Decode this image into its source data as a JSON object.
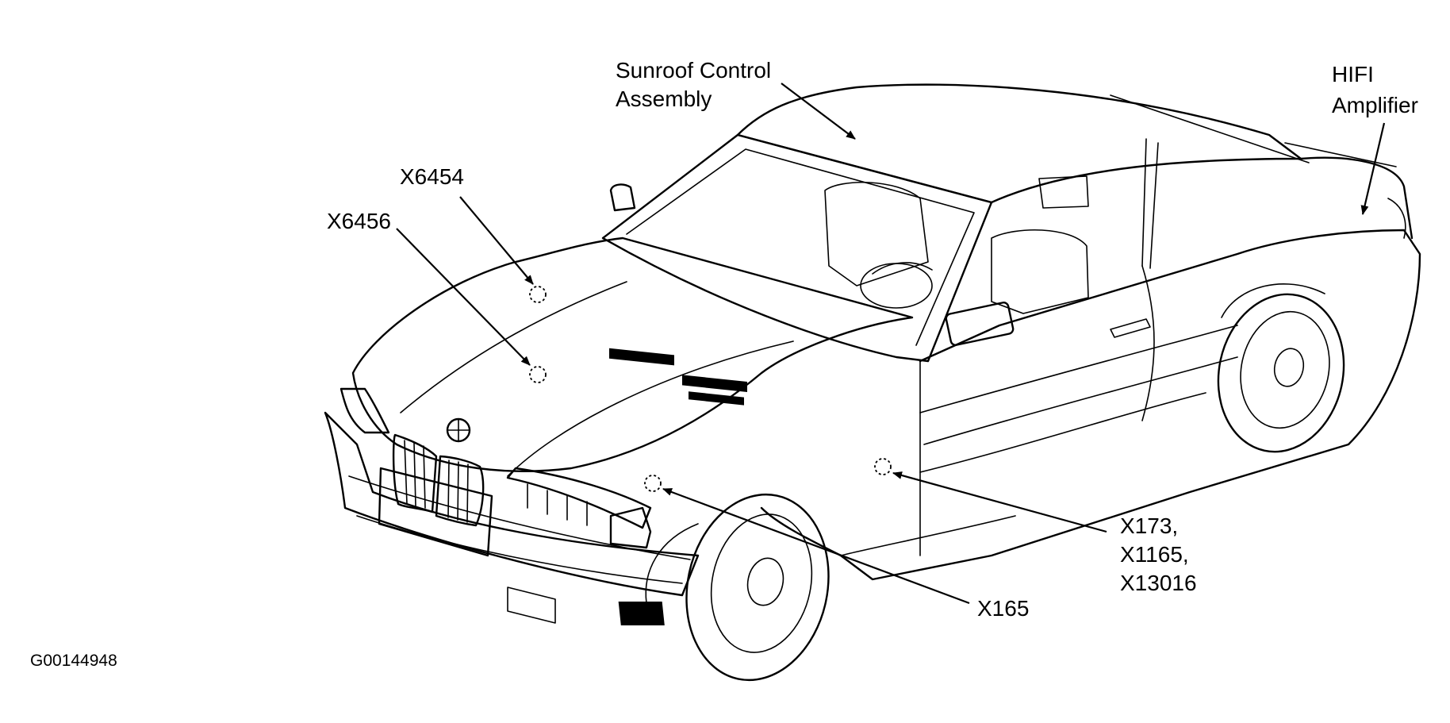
{
  "labels": {
    "sunroof_line1": "Sunroof Control",
    "sunroof_line2": "Assembly",
    "hifi_line1": "HIFI",
    "hifi_line2": "Amplifier",
    "x6454": "X6454",
    "x6456": "X6456",
    "x173_line1": "X173,",
    "x173_line2": "X1165,",
    "x173_line3": "X13016",
    "x165": "X165"
  },
  "figure_id": "G00144948"
}
